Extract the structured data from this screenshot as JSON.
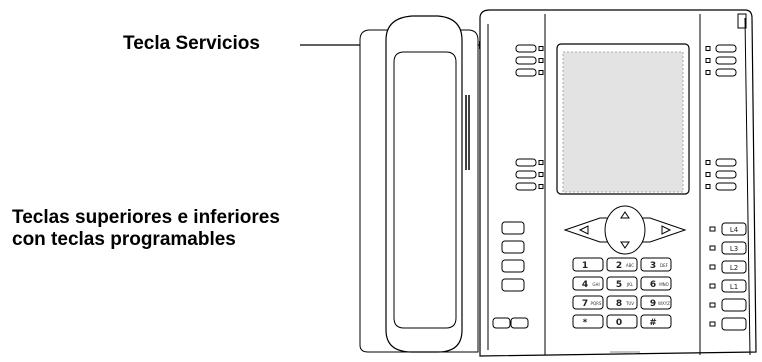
{
  "callouts": {
    "services_key": "Tecla Servicios",
    "softkeys_line1": "Teclas superiores e inferiores",
    "softkeys_line2": "con teclas programables"
  },
  "keypad": {
    "keys": [
      {
        "digit": "1",
        "letters": ""
      },
      {
        "digit": "2",
        "letters": "ABC"
      },
      {
        "digit": "3",
        "letters": "DEF"
      },
      {
        "digit": "4",
        "letters": "GHI"
      },
      {
        "digit": "5",
        "letters": "JKL"
      },
      {
        "digit": "6",
        "letters": "MNO"
      },
      {
        "digit": "7",
        "letters": "PQRS"
      },
      {
        "digit": "8",
        "letters": "TUV"
      },
      {
        "digit": "9",
        "letters": "WXYZ"
      },
      {
        "digit": "*",
        "letters": ""
      },
      {
        "digit": "0",
        "letters": ""
      },
      {
        "digit": "#",
        "letters": ""
      }
    ]
  },
  "line_keys": {
    "labels": [
      "L4",
      "L3",
      "L2",
      "L1"
    ]
  },
  "colors": {
    "outline": "#000000",
    "body": "#ffffff",
    "screen": "#e3e3e3"
  }
}
